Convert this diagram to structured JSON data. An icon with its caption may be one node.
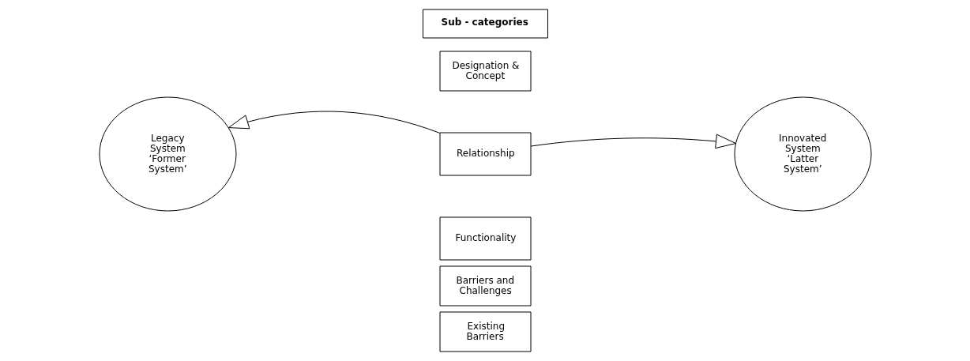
{
  "diagram": {
    "nodes": [
      {
        "text": [
          "Sub - categories"
        ]
      },
      {
        "text": [
          "Legacy System ‘Former System’"
        ]
      },
      {
        "text": [
          "Designation & Concept"
        ]
      },
      {
        "text": [
          "Relationship"
        ]
      },
      {
        "text": [
          "Functionality"
        ]
      },
      {
        "text": [
          "Barriers and Challenges"
        ]
      },
      {
        "text": [
          "Existing Barriers"
        ]
      },
      {
        "text": [
          "Innovated System ‘Latter System’"
        ]
      }
    ],
    "edges": [
      {
        "from": 3,
        "to": 1,
        "arrow": "to"
      },
      {
        "from": 3,
        "to": 7,
        "arrow": "to"
      }
    ]
  }
}
